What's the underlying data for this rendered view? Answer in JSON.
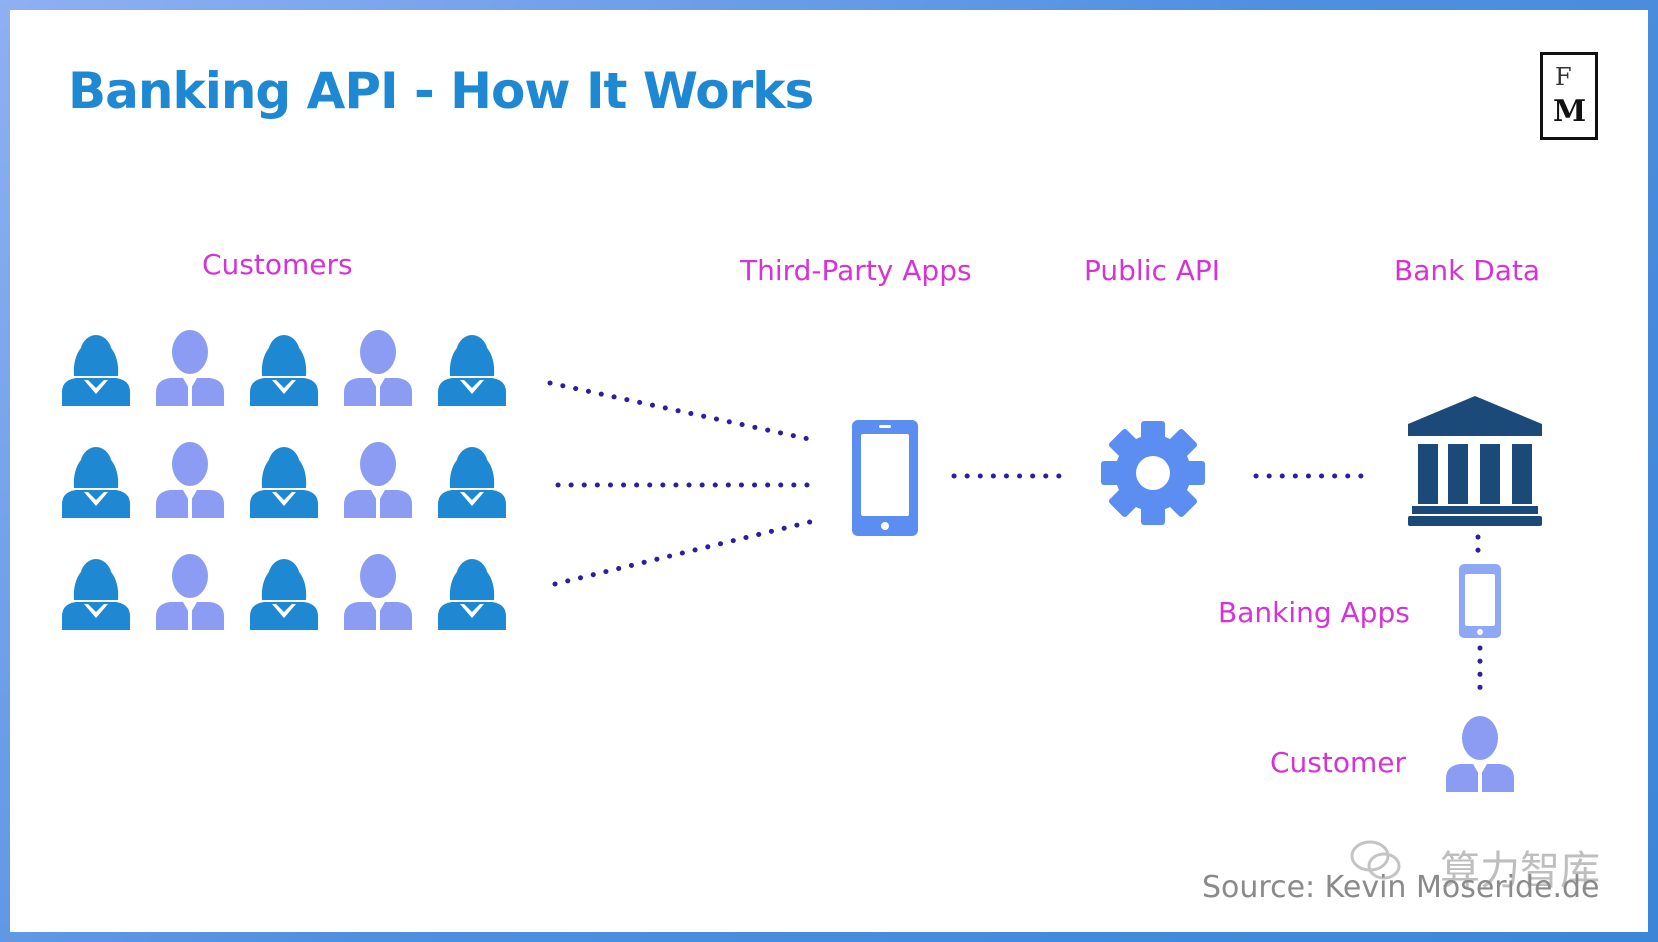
{
  "title": "Banking API - How It Works",
  "logo": {
    "line1": "F",
    "line2": "M"
  },
  "labels": {
    "customers": "Customers",
    "third_party_apps": "Third-Party Apps",
    "public_api": "Public API",
    "bank_data": "Bank Data",
    "banking_apps": "Banking Apps",
    "customer": "Customer"
  },
  "source": "Source: Kevin Moseride.de",
  "watermark": "算力智库",
  "colors": {
    "title": "#1e88d2",
    "label": "#d633d6",
    "woman_icon": "#1e88d2",
    "man_icon": "#8c9cf2",
    "device_icon": "#5b8ef0",
    "bank_icon": "#1c4a78",
    "dotted_line": "#2a1fa0"
  },
  "icons": {
    "customer_grid": [
      [
        "woman-icon",
        "man-icon",
        "woman-icon",
        "man-icon",
        "woman-icon"
      ],
      [
        "woman-icon",
        "man-icon",
        "woman-icon",
        "man-icon",
        "woman-icon"
      ],
      [
        "woman-icon",
        "man-icon",
        "woman-icon",
        "man-icon",
        "woman-icon"
      ]
    ],
    "third_party": "smartphone-icon",
    "public_api": "gear-icon",
    "bank": "bank-building-icon",
    "banking_app": "smartphone-icon",
    "single_customer": "man-icon"
  }
}
